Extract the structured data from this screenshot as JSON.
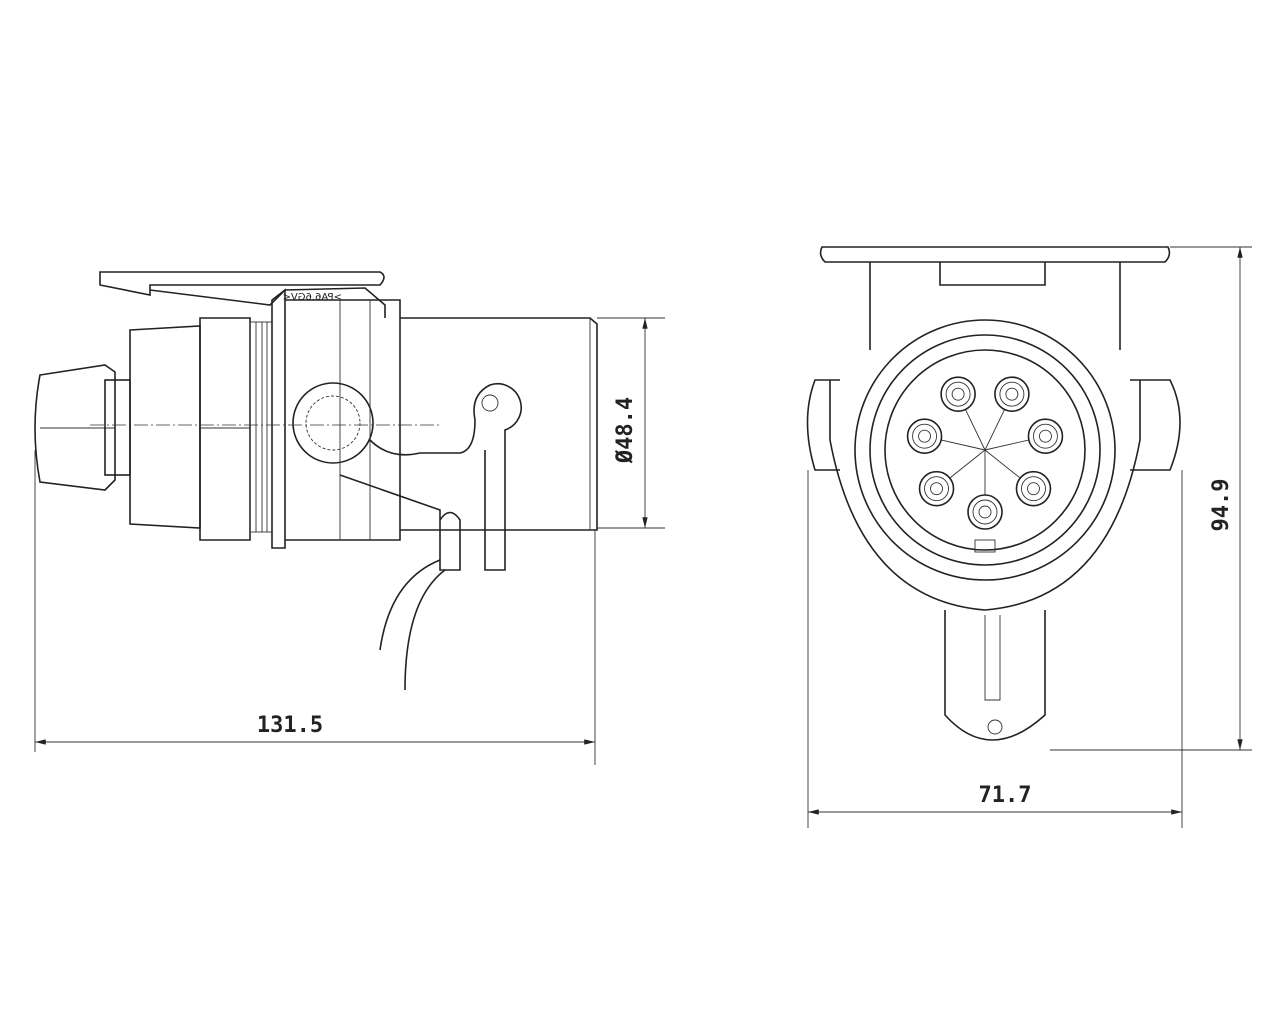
{
  "side_view": {
    "material_marking": ">PA6.6GV<",
    "length_dimension": "131.5",
    "diameter_dimension": "Ø48.4"
  },
  "front_view": {
    "width_dimension": "71.7",
    "height_dimension": "94.9",
    "pin_count": 7
  }
}
